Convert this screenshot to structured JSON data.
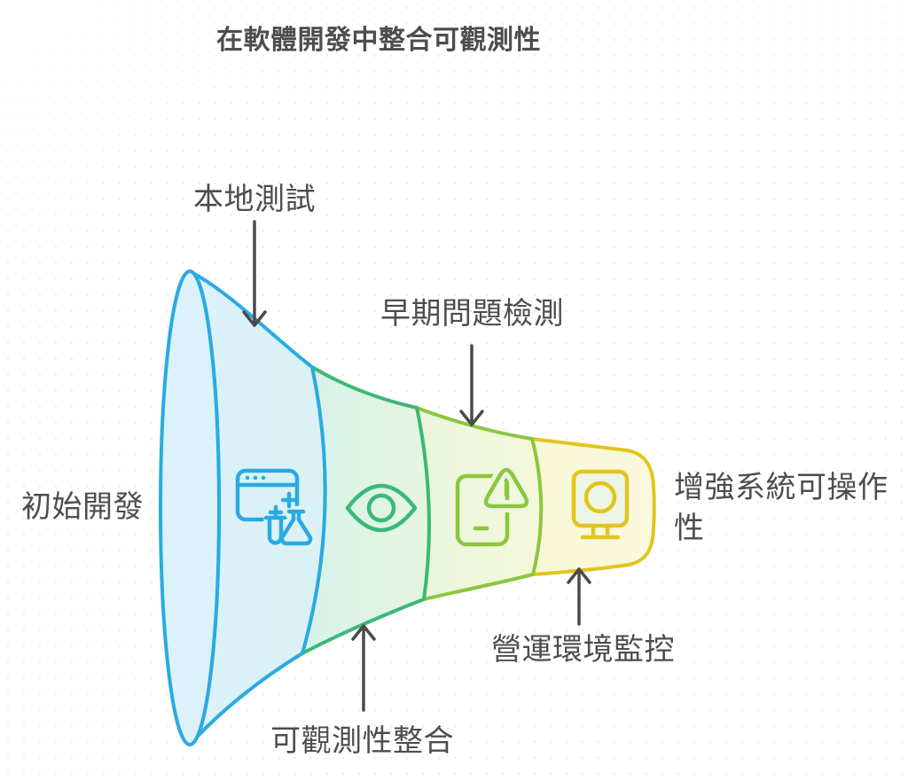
{
  "title": "在軟體開發中整合可觀測性",
  "labels": {
    "local_testing": "本地測試",
    "early_issue_detection": "早期問題檢測",
    "initial_development": "初始開發",
    "system_operability": "增強系統可操作性",
    "production_monitoring": "營運環境監控",
    "observability_integration": "可觀測性整合"
  },
  "colors": {
    "text": "#4d4d4d",
    "arrow": "#4a4a4a",
    "background": "#ffffff"
  },
  "funnel": {
    "mouth_fill": "#dcf1fb",
    "stages": [
      {
        "name": "local-testing",
        "icon": "browser-flask-icon",
        "stroke": "#29abe2",
        "fill_start": "#dcf1fb",
        "fill_end": "#d9f1f4",
        "halo": "#def2f8"
      },
      {
        "name": "observability-integration",
        "icon": "eye-icon",
        "stroke": "#3cb878",
        "fill_start": "#d7f2ea",
        "fill_end": "#e6f5e0"
      },
      {
        "name": "early-issue-detection",
        "icon": "tablet-warning-icon",
        "stroke": "#8cc63f",
        "fill_start": "#eaf6dd",
        "fill_end": "#f4f8da",
        "halo": "#eef7df"
      },
      {
        "name": "production-monitoring",
        "icon": "monitor-icon",
        "stroke": "#e2c51e",
        "fill_start": "#f8f7d6",
        "fill_end": "#fbf9dc",
        "screen_fill": "#edf5e6"
      }
    ]
  }
}
